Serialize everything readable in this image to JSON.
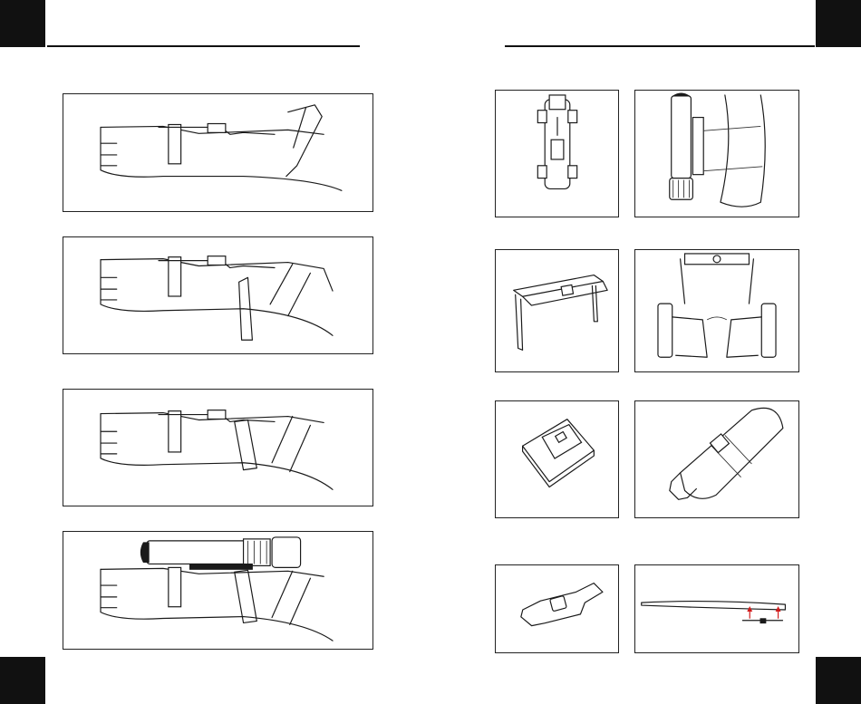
{
  "page": {
    "colors": {
      "ink": "#111111",
      "accent_arrows": "#d11a1a"
    },
    "left_page": {
      "steps": [
        {
          "illustration": "strap-threaded-through-clip"
        },
        {
          "illustration": "strap-pulled-under-arm"
        },
        {
          "illustration": "strap-wrapped-around-forearm"
        },
        {
          "illustration": "light-attached-to-mount"
        }
      ]
    },
    "right_page": {
      "illustrations": [
        "belt-clip-mount",
        "light-on-leg",
        "head-strap",
        "lights-on-helmet-frame",
        "adhesive-base-mount",
        "bottle-mount",
        "flexible-adhesive-pad",
        "surface-with-pad-arrows"
      ]
    }
  }
}
